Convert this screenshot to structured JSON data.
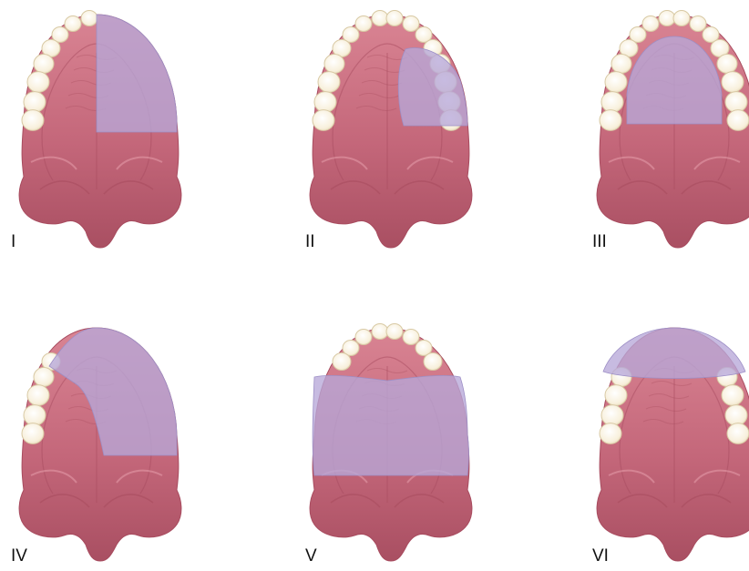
{
  "figure": {
    "panels": [
      {
        "label": "I",
        "shaded_region": "right half of palate from incisors to mid-palate",
        "teeth_shown": "left half only"
      },
      {
        "label": "II",
        "shaded_region": "right-side middle palate (partial, premolar/molar area)",
        "teeth_shown": "full arch"
      },
      {
        "label": "III",
        "shaded_region": "central anterior palate inside the arch",
        "teeth_shown": "full arch"
      },
      {
        "label": "IV",
        "shaded_region": "anterior palate plus right half to mid-palate",
        "teeth_shown": "left posterior teeth only"
      },
      {
        "label": "V",
        "shaded_region": "posterior palate band (both sides)",
        "teeth_shown": "anterior teeth only"
      },
      {
        "label": "VI",
        "shaded_region": "anterior palate",
        "teeth_shown": "posterior teeth both sides"
      }
    ],
    "colors": {
      "tissue": "#c96b7c",
      "tissue_dark": "#a84c5f",
      "tissue_light": "#e29aa6",
      "overlay": "#b7a8d8",
      "tooth": "#fbf5e6",
      "tooth_edge": "#d8c9a4"
    }
  }
}
